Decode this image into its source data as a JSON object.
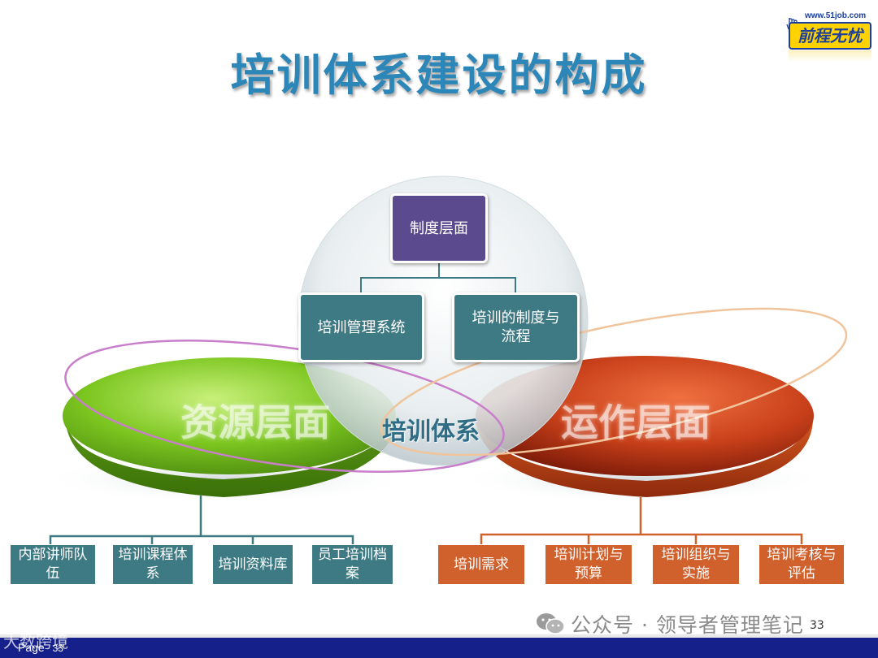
{
  "title": "培训体系建设的构成",
  "logo": {
    "url": "www.51job.com",
    "name": "前程无忧"
  },
  "center": {
    "label": "培训体系",
    "top_box": "制度层面",
    "left_box": "培训管理系统",
    "right_box": "培训的制度与流程"
  },
  "resource": {
    "label": "资源层面",
    "items": [
      "内部讲师队伍",
      "培训课程体系",
      "培训资料库",
      "员工培训档案"
    ]
  },
  "operation": {
    "label": "运作层面",
    "items": [
      "培训需求",
      "培训计划与预算",
      "培训组织与实施",
      "培训考核与评估"
    ]
  },
  "page_number": "33",
  "footer": {
    "page_label": "Page",
    "page_number": "33",
    "brand": "大数跨境"
  },
  "watermark": "公众号 · 领导者管理笔记",
  "colors": {
    "title": "#2c86b8",
    "teal": "#3d7a83",
    "purple": "#5b4a8d",
    "orange": "#d0602c",
    "green": "#7cc620",
    "red": "#c8401a",
    "footer": "#16208a"
  }
}
